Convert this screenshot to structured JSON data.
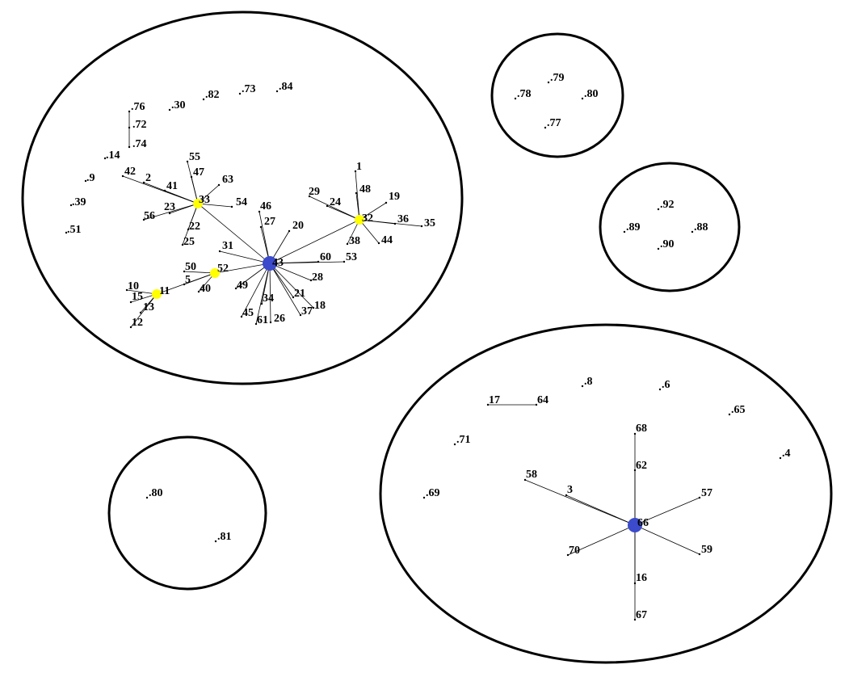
{
  "colors": {
    "hub": "#3b4bcc",
    "subhub": "#ffff00",
    "stroke": "#000000",
    "background": "#ffffff"
  },
  "clusters": [
    {
      "id": "cluster-main",
      "nodes": [
        {
          "id": "76",
          "label": ".76",
          "kind": "dot"
        },
        {
          "id": "30",
          "label": ".30",
          "kind": "dot"
        },
        {
          "id": "82",
          "label": ".82",
          "kind": "dot"
        },
        {
          "id": "73",
          "label": ".73",
          "kind": "dot"
        },
        {
          "id": "84",
          "label": ".84",
          "kind": "dot"
        },
        {
          "id": "72",
          "label": ".72",
          "kind": "dot"
        },
        {
          "id": "74",
          "label": ".74",
          "kind": "dot"
        },
        {
          "id": "14",
          "label": ".14",
          "kind": "dot"
        },
        {
          "id": "9",
          "label": ".9",
          "kind": "dot"
        },
        {
          "id": "39",
          "label": ".39",
          "kind": "dot"
        },
        {
          "id": "51",
          "label": ".51",
          "kind": "dot"
        },
        {
          "id": "42",
          "label": "42",
          "kind": "dot"
        },
        {
          "id": "2",
          "label": "2",
          "kind": "dot"
        },
        {
          "id": "41",
          "label": "41",
          "kind": "dot"
        },
        {
          "id": "55",
          "label": "55",
          "kind": "dot"
        },
        {
          "id": "47",
          "label": "47",
          "kind": "dot"
        },
        {
          "id": "63",
          "label": "63",
          "kind": "dot"
        },
        {
          "id": "33",
          "label": "33",
          "kind": "subhub"
        },
        {
          "id": "54",
          "label": "54",
          "kind": "dot"
        },
        {
          "id": "56",
          "label": "56",
          "kind": "dot"
        },
        {
          "id": "23",
          "label": "23",
          "kind": "dot"
        },
        {
          "id": "22",
          "label": "22",
          "kind": "dot"
        },
        {
          "id": "25",
          "label": "25",
          "kind": "dot"
        },
        {
          "id": "46",
          "label": "46",
          "kind": "dot"
        },
        {
          "id": "27",
          "label": "27",
          "kind": "dot"
        },
        {
          "id": "20",
          "label": "20",
          "kind": "dot"
        },
        {
          "id": "1",
          "label": "1",
          "kind": "dot"
        },
        {
          "id": "48",
          "label": "48",
          "kind": "dot"
        },
        {
          "id": "29",
          "label": "29",
          "kind": "dot"
        },
        {
          "id": "24",
          "label": "24",
          "kind": "dot"
        },
        {
          "id": "19",
          "label": "19",
          "kind": "dot"
        },
        {
          "id": "32",
          "label": "32",
          "kind": "subhub"
        },
        {
          "id": "36",
          "label": "36",
          "kind": "dot"
        },
        {
          "id": "35",
          "label": "35",
          "kind": "dot"
        },
        {
          "id": "38",
          "label": "38",
          "kind": "dot"
        },
        {
          "id": "44",
          "label": "44",
          "kind": "dot"
        },
        {
          "id": "31",
          "label": "31",
          "kind": "dot"
        },
        {
          "id": "43",
          "label": "43",
          "kind": "hub"
        },
        {
          "id": "60",
          "label": "60",
          "kind": "dot"
        },
        {
          "id": "53",
          "label": "53",
          "kind": "dot"
        },
        {
          "id": "50",
          "label": "50",
          "kind": "dot"
        },
        {
          "id": "52",
          "label": "52",
          "kind": "subhub"
        },
        {
          "id": "5",
          "label": "5",
          "kind": "dot"
        },
        {
          "id": "40",
          "label": "40",
          "kind": "dot"
        },
        {
          "id": "28",
          "label": "28",
          "kind": "dot"
        },
        {
          "id": "49",
          "label": "49",
          "kind": "dot"
        },
        {
          "id": "10",
          "label": "10",
          "kind": "dot"
        },
        {
          "id": "11",
          "label": "11",
          "kind": "subhub"
        },
        {
          "id": "15",
          "label": "15",
          "kind": "dot"
        },
        {
          "id": "13",
          "label": "13",
          "kind": "dot"
        },
        {
          "id": "12",
          "label": "12",
          "kind": "dot"
        },
        {
          "id": "34",
          "label": "34",
          "kind": "dot"
        },
        {
          "id": "21",
          "label": "21",
          "kind": "dot"
        },
        {
          "id": "18",
          "label": "18",
          "kind": "dot"
        },
        {
          "id": "37",
          "label": "37",
          "kind": "dot"
        },
        {
          "id": "45",
          "label": "45",
          "kind": "dot"
        },
        {
          "id": "61",
          "label": "61",
          "kind": "dot"
        },
        {
          "id": "26",
          "label": "26",
          "kind": "dot"
        }
      ],
      "edges": [
        [
          "76",
          "74"
        ],
        [
          "42",
          "33"
        ],
        [
          "2",
          "33"
        ],
        [
          "41",
          "33"
        ],
        [
          "55",
          "33"
        ],
        [
          "47",
          "33"
        ],
        [
          "63",
          "33"
        ],
        [
          "54",
          "33"
        ],
        [
          "56",
          "33"
        ],
        [
          "23",
          "33"
        ],
        [
          "22",
          "33"
        ],
        [
          "25",
          "33"
        ],
        [
          "33",
          "43"
        ],
        [
          "46",
          "43"
        ],
        [
          "27",
          "43"
        ],
        [
          "20",
          "43"
        ],
        [
          "1",
          "32"
        ],
        [
          "48",
          "32"
        ],
        [
          "29",
          "32"
        ],
        [
          "24",
          "32"
        ],
        [
          "19",
          "32"
        ],
        [
          "36",
          "32"
        ],
        [
          "35",
          "32"
        ],
        [
          "38",
          "32"
        ],
        [
          "44",
          "32"
        ],
        [
          "32",
          "43"
        ],
        [
          "31",
          "43"
        ],
        [
          "60",
          "43"
        ],
        [
          "53",
          "43"
        ],
        [
          "28",
          "43"
        ],
        [
          "49",
          "43"
        ],
        [
          "34",
          "43"
        ],
        [
          "21",
          "43"
        ],
        [
          "18",
          "43"
        ],
        [
          "37",
          "43"
        ],
        [
          "45",
          "43"
        ],
        [
          "61",
          "43"
        ],
        [
          "26",
          "43"
        ],
        [
          "52",
          "43"
        ],
        [
          "50",
          "52"
        ],
        [
          "5",
          "52"
        ],
        [
          "40",
          "52"
        ],
        [
          "11",
          "52"
        ],
        [
          "10",
          "11"
        ],
        [
          "15",
          "11"
        ],
        [
          "13",
          "11"
        ],
        [
          "12",
          "11"
        ]
      ]
    },
    {
      "id": "cluster-top-right",
      "nodes": [
        {
          "id": "79",
          "label": ".79",
          "kind": "dot"
        },
        {
          "id": "78",
          "label": ".78",
          "kind": "dot"
        },
        {
          "id": "80a",
          "label": ".80",
          "kind": "dot"
        },
        {
          "id": "77",
          "label": ".77",
          "kind": "dot"
        }
      ],
      "edges": []
    },
    {
      "id": "cluster-mid-right",
      "nodes": [
        {
          "id": "92",
          "label": ".92",
          "kind": "dot"
        },
        {
          "id": "89",
          "label": ".89",
          "kind": "dot"
        },
        {
          "id": "88",
          "label": ".88",
          "kind": "dot"
        },
        {
          "id": "90",
          "label": ".90",
          "kind": "dot"
        }
      ],
      "edges": []
    },
    {
      "id": "cluster-bottom-left",
      "nodes": [
        {
          "id": "80b",
          "label": ".80",
          "kind": "dot"
        },
        {
          "id": "81",
          "label": ".81",
          "kind": "dot"
        }
      ],
      "edges": []
    },
    {
      "id": "cluster-bottom-right",
      "nodes": [
        {
          "id": "8",
          "label": ".8",
          "kind": "dot"
        },
        {
          "id": "6",
          "label": ".6",
          "kind": "dot"
        },
        {
          "id": "17",
          "label": "17",
          "kind": "dot"
        },
        {
          "id": "64",
          "label": "64",
          "kind": "dot"
        },
        {
          "id": "65",
          "label": ".65",
          "kind": "dot"
        },
        {
          "id": "71",
          "label": ".71",
          "kind": "dot"
        },
        {
          "id": "4",
          "label": ".4",
          "kind": "dot"
        },
        {
          "id": "69",
          "label": ".69",
          "kind": "dot"
        },
        {
          "id": "68",
          "label": "68",
          "kind": "dot"
        },
        {
          "id": "62",
          "label": "62",
          "kind": "dot"
        },
        {
          "id": "58",
          "label": "58",
          "kind": "dot"
        },
        {
          "id": "3",
          "label": "3",
          "kind": "dot"
        },
        {
          "id": "57",
          "label": "57",
          "kind": "dot"
        },
        {
          "id": "66",
          "label": "66",
          "kind": "hub"
        },
        {
          "id": "70",
          "label": "70",
          "kind": "dot"
        },
        {
          "id": "59",
          "label": "59",
          "kind": "dot"
        },
        {
          "id": "16",
          "label": "16",
          "kind": "dot"
        },
        {
          "id": "67",
          "label": "67",
          "kind": "dot"
        }
      ],
      "edges": [
        [
          "17",
          "64"
        ],
        [
          "68",
          "66"
        ],
        [
          "62",
          "66"
        ],
        [
          "58",
          "66"
        ],
        [
          "3",
          "66"
        ],
        [
          "57",
          "66"
        ],
        [
          "70",
          "66"
        ],
        [
          "59",
          "66"
        ],
        [
          "16",
          "66"
        ],
        [
          "67",
          "66"
        ]
      ]
    }
  ]
}
